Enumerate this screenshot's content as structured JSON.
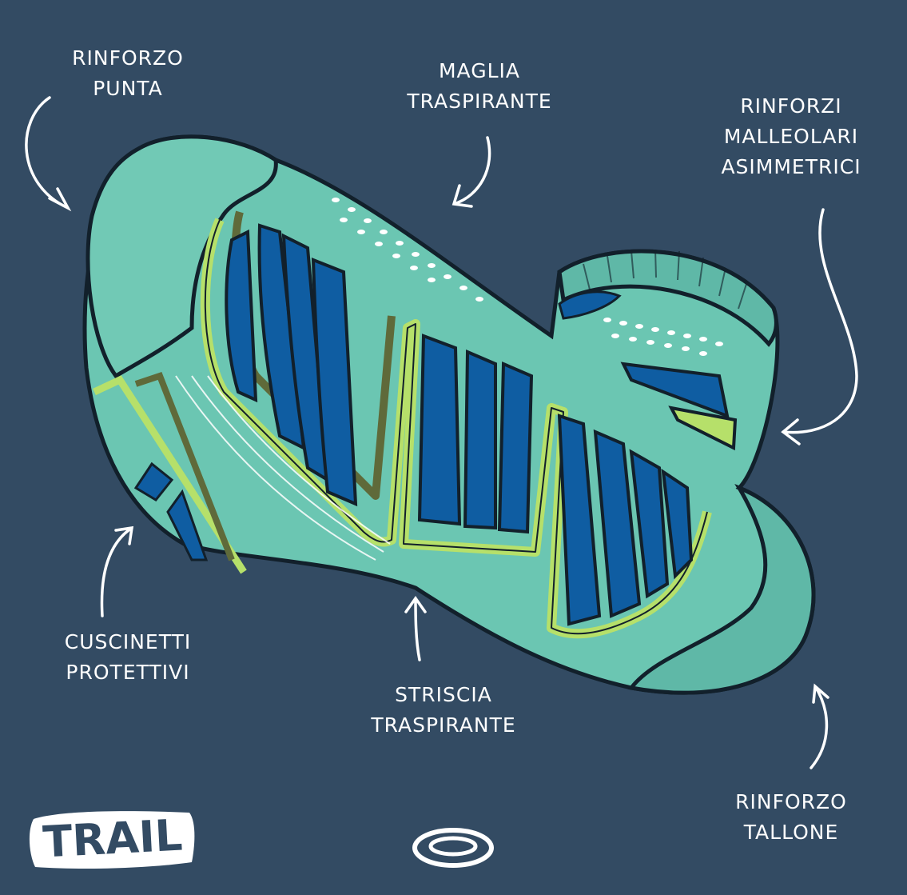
{
  "colors": {
    "background": "#334b63",
    "teal": "#6bc6b2",
    "dark_teal": "#4b9f8e",
    "lime": "#b6e06a",
    "olive": "#5f6a3a",
    "blue": "#0f5da2",
    "outline": "#12202b",
    "text": "#ffffff"
  },
  "labels": {
    "toe": [
      "RINFORZO",
      "PUNTA"
    ],
    "mesh": [
      "MAGLIA",
      "TRASPIRANTE"
    ],
    "ankle": [
      "RINFORZI",
      "MALLEOLARI",
      "ASIMMETRICI"
    ],
    "cushion": [
      "CUSCINETTI",
      "PROTETTIVI"
    ],
    "strip": [
      "STRISCIA",
      "TRASPIRANTE"
    ],
    "heel": [
      "RINFORZO",
      "TALLONE"
    ]
  },
  "badge": {
    "text": "TRAIL"
  }
}
